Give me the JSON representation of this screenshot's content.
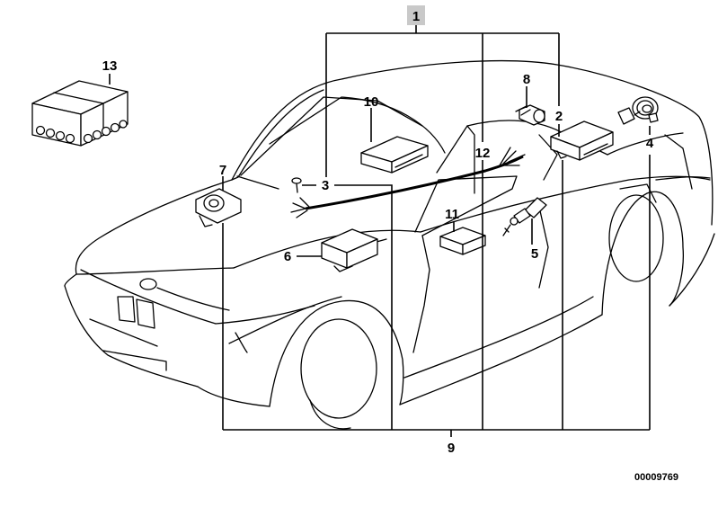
{
  "callouts": {
    "c1": "1",
    "c2": "2",
    "c3": "3",
    "c4": "4",
    "c5": "5",
    "c6": "6",
    "c7": "7",
    "c8": "8",
    "c9": "9",
    "c10": "10",
    "c11": "11",
    "c12": "12",
    "c13": "13"
  },
  "reference_number": "00009769",
  "colors": {
    "highlight": "#c9c9c9",
    "line": "#000000"
  }
}
